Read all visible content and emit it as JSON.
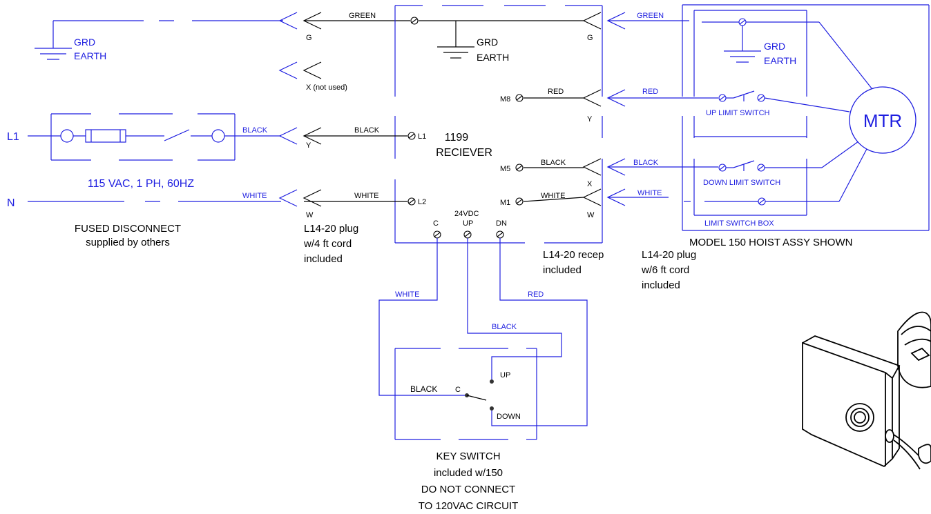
{
  "wires": {
    "green": "GREEN",
    "black": "BLACK",
    "white": "WHITE",
    "red": "RED"
  },
  "ground": {
    "grd": "GRD",
    "earth": "EARTH"
  },
  "pins": {
    "g": "G",
    "x_not_used": "X (not used)",
    "y": "Y",
    "w": "W",
    "x": "X"
  },
  "lines": {
    "l1": "L1",
    "n": "N"
  },
  "disconnect": {
    "rating": "115 VAC, 1 PH, 60HZ",
    "title": "FUSED DISCONNECT",
    "note": "supplied by others"
  },
  "plug_left": [
    "L14-20 plug",
    "w/4 ft cord",
    "included"
  ],
  "receiver": {
    "model": "1199",
    "name": "RECIEVER",
    "terminals": {
      "m8": "M8",
      "l1": "L1",
      "m5": "M5",
      "l2": "L2",
      "m1": "M1"
    },
    "bottom": {
      "voltage": "24VDC",
      "c": "C",
      "up": "UP",
      "dn": "DN"
    }
  },
  "recep": [
    "L14-20 recep",
    "included"
  ],
  "plug_right": [
    "L14-20 plug",
    "w/6 ft cord",
    "included"
  ],
  "hoist": {
    "up_switch": "UP LIMIT SWITCH",
    "down_switch": "DOWN LIMIT SWITCH",
    "switch_box": "LIMIT SWITCH BOX",
    "motor": "MTR",
    "caption": "MODEL 150  HOIST ASSY SHOWN"
  },
  "key_switch": {
    "c": "C",
    "up": "UP",
    "down": "DOWN",
    "caption": [
      "KEY SWITCH",
      "included w/150",
      "DO NOT CONNECT",
      "TO 120VAC CIRCUIT"
    ]
  },
  "colors": {
    "blue": "#1e1ee0",
    "black": "#000000"
  }
}
